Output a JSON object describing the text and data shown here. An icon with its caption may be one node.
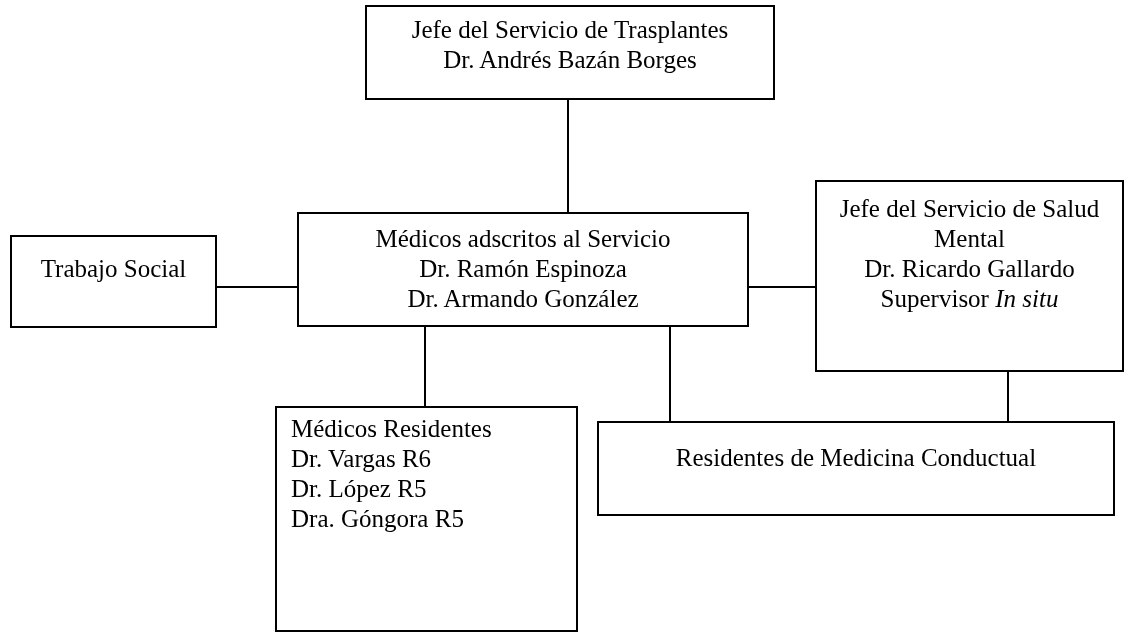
{
  "diagram": {
    "nodes": [
      {
        "text": [
          "Jefe del Servicio de Trasplantes",
          "Dr. Andrés Bazán Borges"
        ]
      },
      {
        "text": [
          "Médicos adscritos al Servicio",
          "Dr. Ramón Espinoza",
          "Dr. Armando González"
        ]
      },
      {
        "text": [
          "Trabajo Social"
        ]
      },
      {
        "text": [
          "Jefe del Servicio de Salud Mental",
          "Dr. Ricardo Gallardo",
          "Supervisor *In situ*"
        ]
      },
      {
        "text": [
          "Médicos Residentes",
          "Dr. Vargas R6",
          "Dr. López R5",
          "Dra. Góngora R5"
        ]
      },
      {
        "text": [
          "Residentes de Medicina Conductual"
        ]
      }
    ],
    "edges": [
      {
        "from": 0,
        "to": 1,
        "arrow": "none"
      },
      {
        "from": 1,
        "to": 2,
        "arrow": "none"
      },
      {
        "from": 1,
        "to": 3,
        "arrow": "none"
      },
      {
        "from": 1,
        "to": 4,
        "arrow": "none"
      },
      {
        "from": 1,
        "to": 5,
        "arrow": "none"
      },
      {
        "from": 3,
        "to": 5,
        "arrow": "none"
      }
    ]
  }
}
